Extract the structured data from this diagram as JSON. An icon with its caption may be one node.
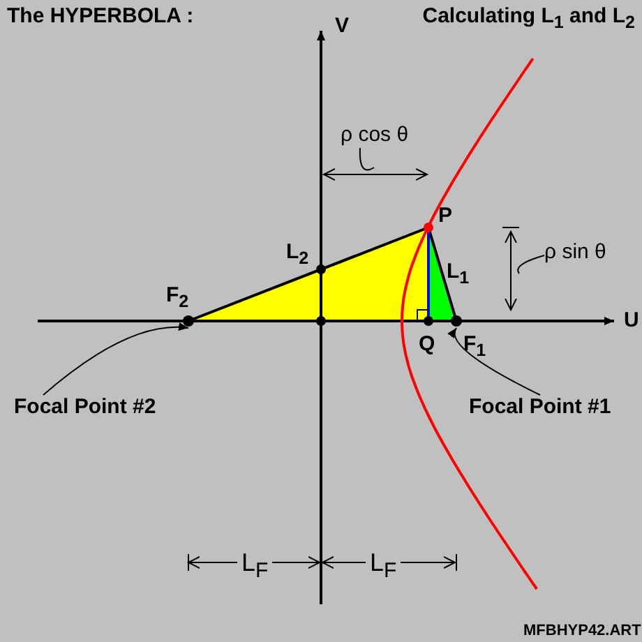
{
  "diagram": {
    "title": "The HYPERBOLA :",
    "nodes": [
      {
        "text": [
          "ρ cos θ"
        ]
      },
      {
        "text": [
          "ρ sin θ"
        ]
      },
      {
        "text": [],
        "shape": "circle"
      },
      {
        "text": [],
        "shape": "circle"
      },
      {
        "text": [
          "Focal Point #2"
        ]
      },
      {
        "text": [
          "Focal Point #1"
        ]
      }
    ],
    "edges": [
      {
        "from": 0,
        "to": null,
        "arrow": "none"
      },
      {
        "from": 1,
        "to": null,
        "arrow": "none"
      },
      {
        "from": 4,
        "to": 2,
        "arrow": "to"
      },
      {
        "from": 5,
        "to": 3,
        "arrow": "to"
      }
    ],
    "labels": [
      "Calculating L$_{1}$ and L$_{2}$",
      "V",
      "P",
      "L$_{2}$",
      "L$_{1}$",
      "F$_{2}$",
      "U",
      "Q",
      "F$_{1}$",
      "L$_{F}$",
      "L$_{F}$",
      "MFBHYP42.ART"
    ]
  }
}
